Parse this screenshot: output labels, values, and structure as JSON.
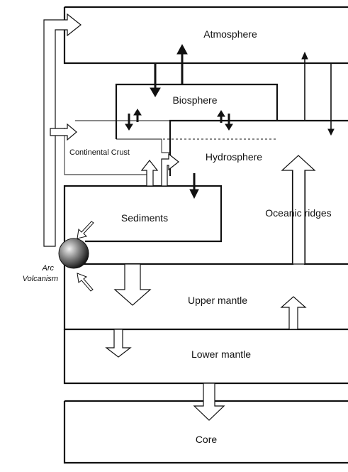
{
  "diagram": {
    "reservoirs": {
      "atmosphere": "Atmosphere",
      "biosphere": "Biosphere",
      "continental_crust": "Continental Crust",
      "hydrosphere": "Hydrosphere",
      "sediments": "Sediments",
      "oceanic_ridges": "Oceanic ridges",
      "upper_mantle": "Upper mantle",
      "lower_mantle": "Lower mantle",
      "core": "Core"
    },
    "arc_volcanism": {
      "line1": "Arc",
      "line2": "Volcanism"
    }
  },
  "colors": {
    "stroke": "#111111",
    "background": "#ffffff",
    "sphere_light": "#e6e6e6",
    "sphere_dark": "#1a1a1a"
  }
}
